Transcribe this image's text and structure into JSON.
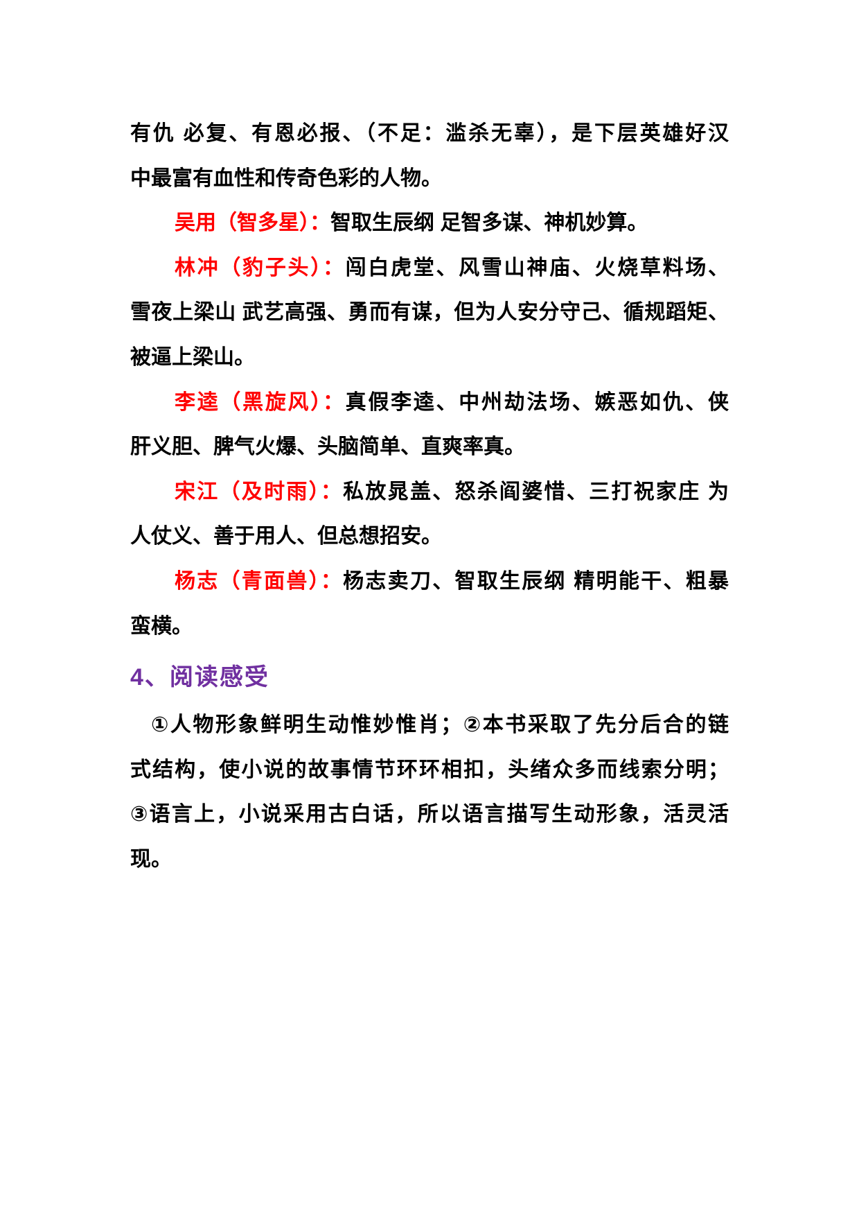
{
  "document": {
    "colors": {
      "body_text": "#000000",
      "name_highlight": "#ff0000",
      "heading": "#7030a0",
      "page_background": "#ffffff"
    },
    "paragraphs": [
      {
        "lines": [
          "有仇 必复、有恩必报、（不足：滥杀无辜），是下层英雄好汉",
          "中最富有血性和传奇色彩的人物。"
        ]
      },
      {
        "name_red": "吴用（智多星）：",
        "rest": [
          "智取生辰纲 足智多谋、神机妙算。"
        ]
      },
      {
        "name_red": "林冲（豹子头）：",
        "rest": [
          "闯白虎堂、风雪山神庙、火烧草料场、",
          "雪夜上梁山 武艺高强、勇而有谋，但为人安分守己、循规蹈矩、",
          "被逼上梁山。"
        ]
      },
      {
        "name_red": "李逵（黑旋风）：",
        "rest": [
          "真假李逵、中州劫法场、嫉恶如仇、侠",
          "肝义胆、脾气火爆、头脑简单、直爽率真。"
        ]
      },
      {
        "name_red": "宋江（及时雨）：",
        "rest": [
          "私放晁盖、怒杀阎婆惜、三打祝家庄 为",
          "人仗义、善于用人、但总想招安。"
        ]
      },
      {
        "name_red": "杨志（青面兽）：",
        "rest": [
          "杨志卖刀、智取生辰纲 精明能干、粗暴",
          "蛮横。"
        ]
      }
    ],
    "heading": "4、阅读感受",
    "reading_notes": {
      "lines": [
        "①人物形象鲜明生动惟妙惟肖；②本书采取了先分后合的链",
        "式结构，使小说的故事情节环环相扣，头绪众多而线索分明；",
        "③语言上，小说采用古白话，所以语言描写生动形象，活灵活",
        "现。"
      ]
    }
  }
}
